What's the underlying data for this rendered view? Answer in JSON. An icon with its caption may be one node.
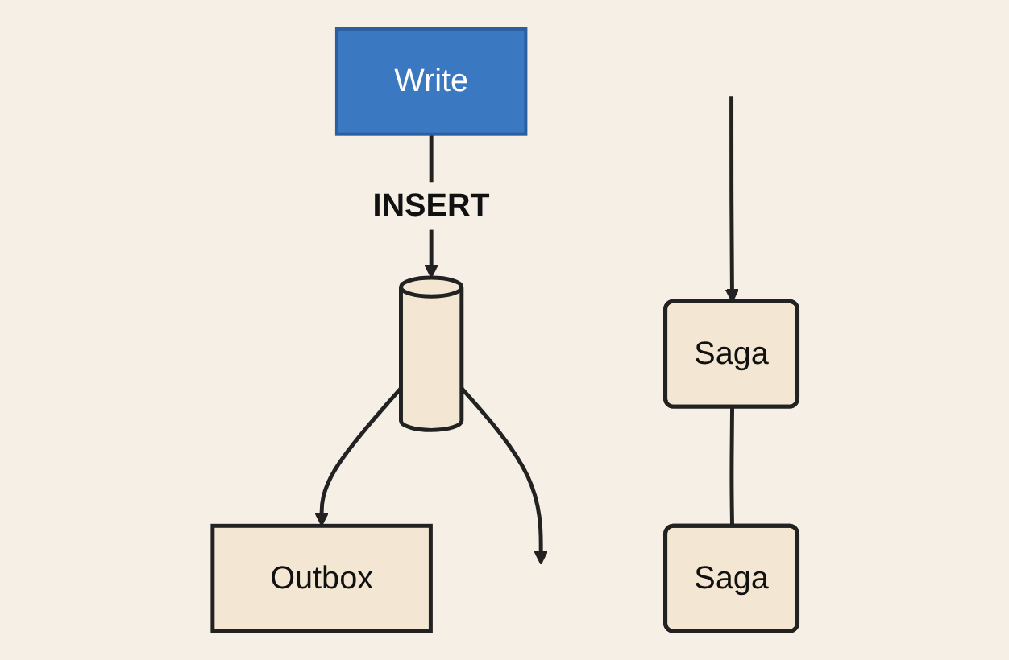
{
  "diagram": {
    "nodes": [
      {
        "text": [
          "Write"
        ]
      },
      {
        "text": [],
        "shape": "cylinder"
      },
      {
        "text": [
          "Outbox"
        ]
      },
      {
        "text": [
          "Saga"
        ]
      },
      {
        "text": [
          "Saga"
        ]
      }
    ],
    "edges": [
      {
        "from": 0,
        "to": 1,
        "arrow": "to",
        "label": "INSERT"
      },
      {
        "from": 1,
        "to": 2,
        "arrow": "to"
      },
      {
        "from": 1,
        "to": null,
        "arrow": "to"
      },
      {
        "from": null,
        "to": 3,
        "arrow": "to"
      },
      {
        "from": 3,
        "to": 4,
        "arrow": "none"
      }
    ]
  }
}
